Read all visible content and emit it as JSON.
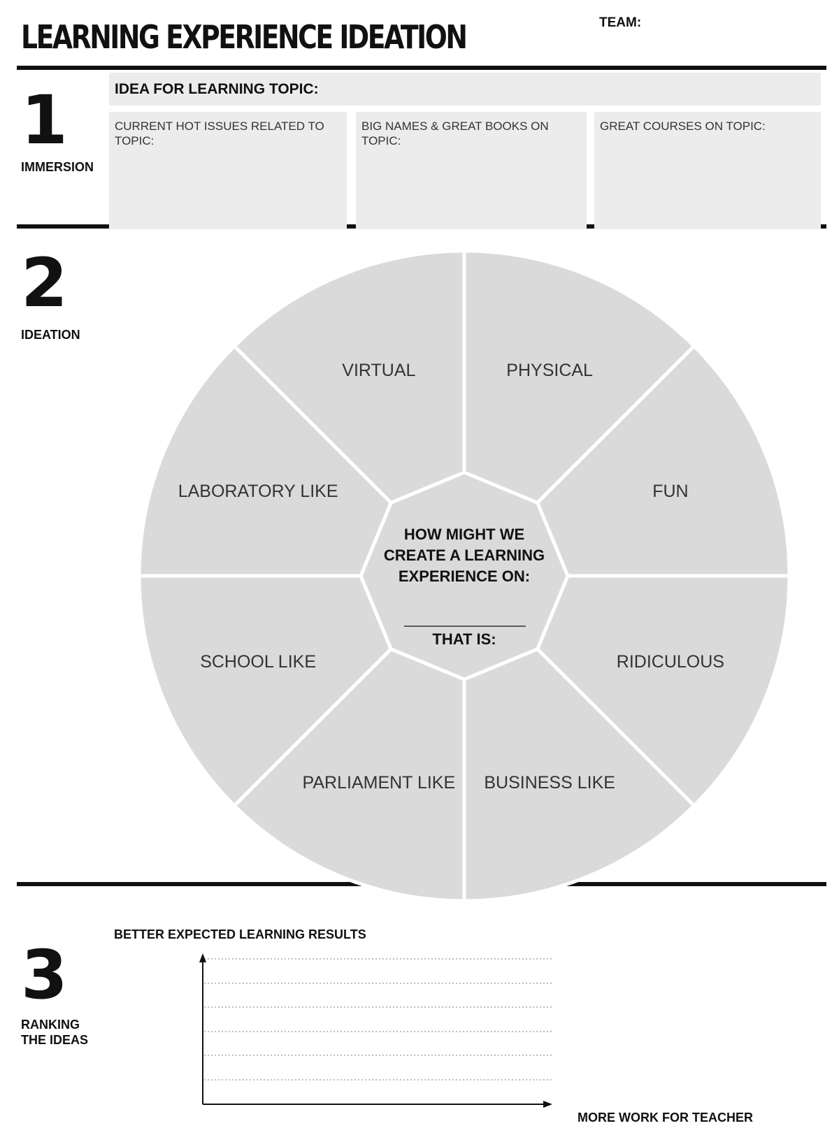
{
  "header": {
    "title": "LEARNING EXPERIENCE IDEATION",
    "team_label": "TEAM:"
  },
  "section1": {
    "number": "1",
    "label": "IMMERSION",
    "topic_label": "IDEA FOR LEARNING TOPIC:",
    "columns": [
      "CURRENT HOT ISSUES RELATED TO TOPIC:",
      "BIG NAMES & GREAT BOOKS ON TOPIC:",
      "GREAT COURSES ON TOPIC:"
    ]
  },
  "section2": {
    "number": "2",
    "label": "IDEATION",
    "segments": [
      "PHYSICAL",
      "FUN",
      "RIDICULOUS",
      "BUSINESS LIKE",
      "PARLIAMENT LIKE",
      "SCHOOL LIKE",
      "LABORATORY LIKE",
      "VIRTUAL"
    ],
    "center_lines": [
      "HOW MIGHT WE",
      "CREATE A LEARNING",
      "EXPERIENCE ON:"
    ],
    "center_footer": "THAT IS:"
  },
  "section3": {
    "number": "3",
    "label_lines": [
      "RANKING",
      "THE IDEAS"
    ],
    "y_axis_label": "BETTER EXPECTED LEARNING RESULTS",
    "x_axis_label": "MORE WORK FOR TEACHER"
  },
  "colors": {
    "panel": "#ececec",
    "wheel": "#dadada",
    "rule": "#111111"
  }
}
